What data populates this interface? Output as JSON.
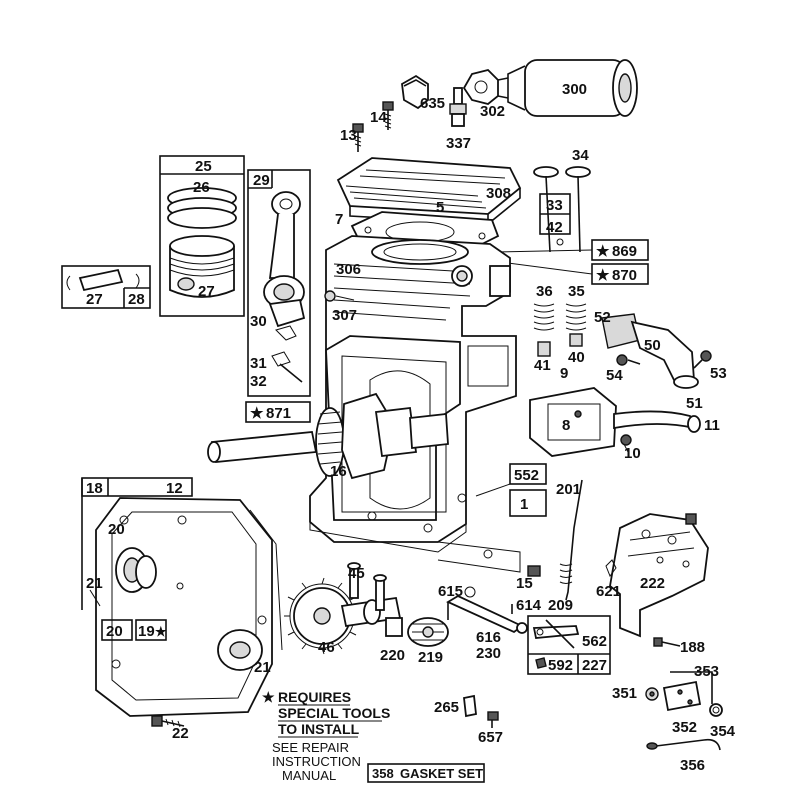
{
  "parts": {
    "p300": "300",
    "p302": "302",
    "p635": "635",
    "p14": "14",
    "p13": "13",
    "p337": "337",
    "p34": "34",
    "p25": "25",
    "p26": "26",
    "p29": "29",
    "p308": "308",
    "p5": "5",
    "p7": "7",
    "p33": "33",
    "p42": "42",
    "p869": "869",
    "p870": "870",
    "p306": "306",
    "p307": "307",
    "p27a": "27",
    "p28": "28",
    "p27b": "27",
    "p36": "36",
    "p35": "35",
    "p52": "52",
    "p30": "30",
    "p50": "50",
    "p41": "41",
    "p40": "40",
    "p31": "31",
    "p32": "32",
    "p9": "9",
    "p54": "54",
    "p53": "53",
    "p871": "871",
    "p51": "51",
    "p8": "8",
    "p11": "11",
    "p10": "10",
    "p16": "16",
    "p552": "552",
    "p201": "201",
    "p18": "18",
    "p12": "12",
    "p1": "1",
    "p20a": "20",
    "p15": "15",
    "p45": "45",
    "p615": "615",
    "p614": "614",
    "p209": "209",
    "p621": "621",
    "p222": "222",
    "p21a": "21",
    "p46": "46",
    "p616": "616",
    "p562": "562",
    "p230": "230",
    "p188": "188",
    "p20b": "20",
    "p19": "19",
    "p220": "220",
    "p219": "219",
    "p592": "592",
    "p227": "227",
    "p21b": "21",
    "p353": "353",
    "p351": "351",
    "p265": "265",
    "p352": "352",
    "p354": "354",
    "p657": "657",
    "p22": "22",
    "p356": "356",
    "p358": "358"
  },
  "notes": {
    "star": "★",
    "requires_line1": "REQUIRES",
    "requires_line2": "SPECIAL TOOLS",
    "requires_line3": "TO INSTALL",
    "see_line1": "SEE REPAIR",
    "see_line2": "INSTRUCTION",
    "see_line3": "MANUAL",
    "gasket_set": "GASKET SET",
    "star_mark": "★",
    "star19": "★"
  }
}
